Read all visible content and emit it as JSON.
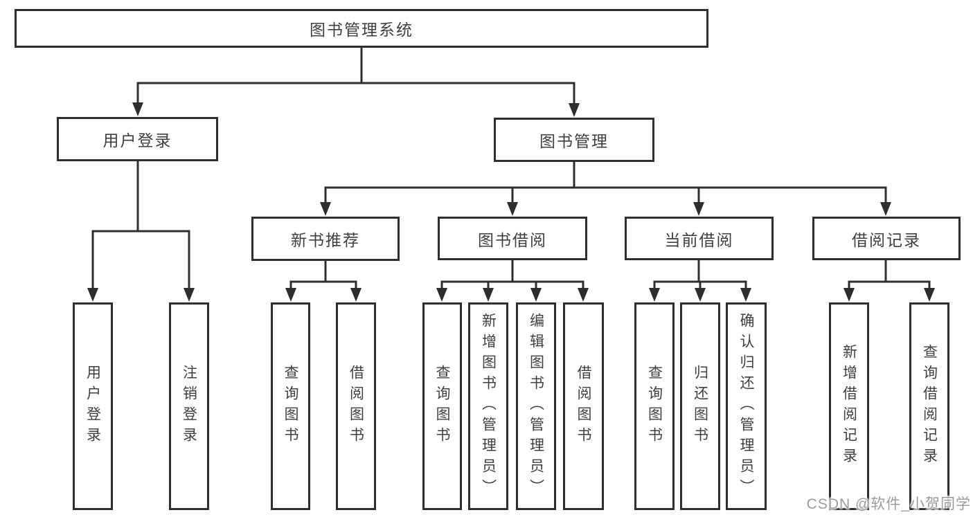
{
  "diagram": {
    "nodes": {
      "root": {
        "label": "图书管理系统"
      },
      "login": {
        "label": "用户登录"
      },
      "mgmt": {
        "label": "图书管理"
      },
      "login_user": {
        "label": "用户登录"
      },
      "login_logout": {
        "label": "注销登录"
      },
      "new_books": {
        "label": "新书推荐"
      },
      "nb_query": {
        "label": "查询图书"
      },
      "nb_borrow": {
        "label": "借阅图书"
      },
      "borrow": {
        "label": "图书借阅"
      },
      "b_query": {
        "label": "查询图书"
      },
      "b_add": {
        "label": "新增图书（管理员）"
      },
      "b_edit": {
        "label": "编辑图书（管理员）"
      },
      "b_borrow": {
        "label": "借阅图书"
      },
      "current": {
        "label": "当前借阅"
      },
      "c_query": {
        "label": "查询图书"
      },
      "c_return": {
        "label": "归还图书"
      },
      "c_confirm": {
        "label": "确认归还（管理员）"
      },
      "records": {
        "label": "借阅记录"
      },
      "r_add": {
        "label": "新增借阅记录"
      },
      "r_query": {
        "label": "查询借阅记录"
      }
    },
    "watermark": {
      "text": "CSDN @软件_小贺同学"
    },
    "colors": {
      "background": "#ffffff",
      "line": "#2e2e2e",
      "box_border": "#2e2e2e",
      "text": "#3f3f3f",
      "watermark": "#9b9b9b"
    }
  }
}
